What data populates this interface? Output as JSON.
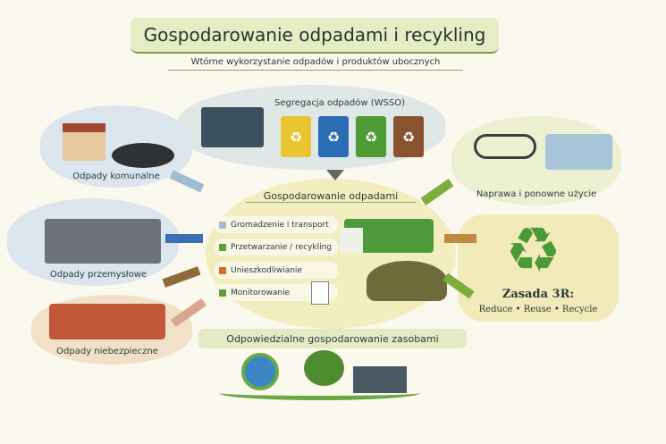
{
  "header": {
    "title": "Gospodarowanie odpadami i recykling",
    "subtitle": "Wtórne wykorzystanie odpadów i produktów ubocznych"
  },
  "segregation": {
    "label": "Segregacja odpadów (WSSO)",
    "bins": [
      "#e8c531",
      "#2a6db4",
      "#4e9c36",
      "#8a5330"
    ]
  },
  "sources": [
    {
      "label": "Odpady komunalne"
    },
    {
      "label": "Odpady przemysłowe"
    },
    {
      "label": "Odpady niebezpieczne"
    }
  ],
  "center": {
    "title": "Gospodarowanie odpadami",
    "items": [
      {
        "label": "Gromadzenie i transport",
        "color": "#9fbdd0"
      },
      {
        "label": "Przetwarzanie / recykling",
        "color": "#5c9e3a"
      },
      {
        "label": "Unieszkodliwianie",
        "color": "#dc6a22"
      },
      {
        "label": "Monitorowanie",
        "color": "#5c9e3a"
      }
    ]
  },
  "repair": {
    "label": "Naprawa i ponowne użycie"
  },
  "rule3r": {
    "title": "Zasada 3R:",
    "subtitle": "Reduce • Reuse • Recycle"
  },
  "footer": {
    "label": "Odpowiedzialne gospodarowanie zasobami"
  }
}
